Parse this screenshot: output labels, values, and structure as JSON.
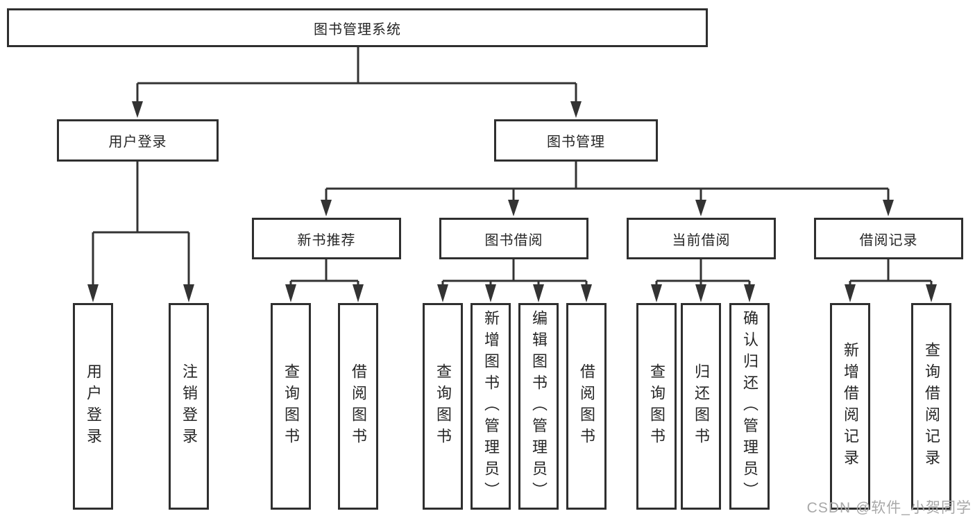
{
  "tree": {
    "root": {
      "label": "图书管理系统",
      "children": [
        {
          "label": "用户登录",
          "children": [
            {
              "label": "用户登录"
            },
            {
              "label": "注销登录"
            }
          ]
        },
        {
          "label": "图书管理",
          "children": [
            {
              "label": "新书推荐",
              "children": [
                {
                  "label": "查询图书"
                },
                {
                  "label": "借阅图书"
                }
              ]
            },
            {
              "label": "图书借阅",
              "children": [
                {
                  "label": "查询图书"
                },
                {
                  "label": "新增图书（管理员）"
                },
                {
                  "label": "编辑图书（管理员）"
                },
                {
                  "label": "借阅图书"
                }
              ]
            },
            {
              "label": "当前借阅",
              "children": [
                {
                  "label": "查询图书"
                },
                {
                  "label": "归还图书"
                },
                {
                  "label": "确认归还（管理员）"
                }
              ]
            },
            {
              "label": "借阅记录",
              "children": [
                {
                  "label": "新增借阅记录"
                },
                {
                  "label": "查询借阅记录"
                }
              ]
            }
          ]
        }
      ]
    }
  },
  "watermark": "CSDN @软件_小贺同学",
  "colors": {
    "line": "#333333",
    "box_border": "#2f2f2f",
    "text": "#262626",
    "watermark": "#a8a8a8",
    "background": "#ffffff"
  }
}
